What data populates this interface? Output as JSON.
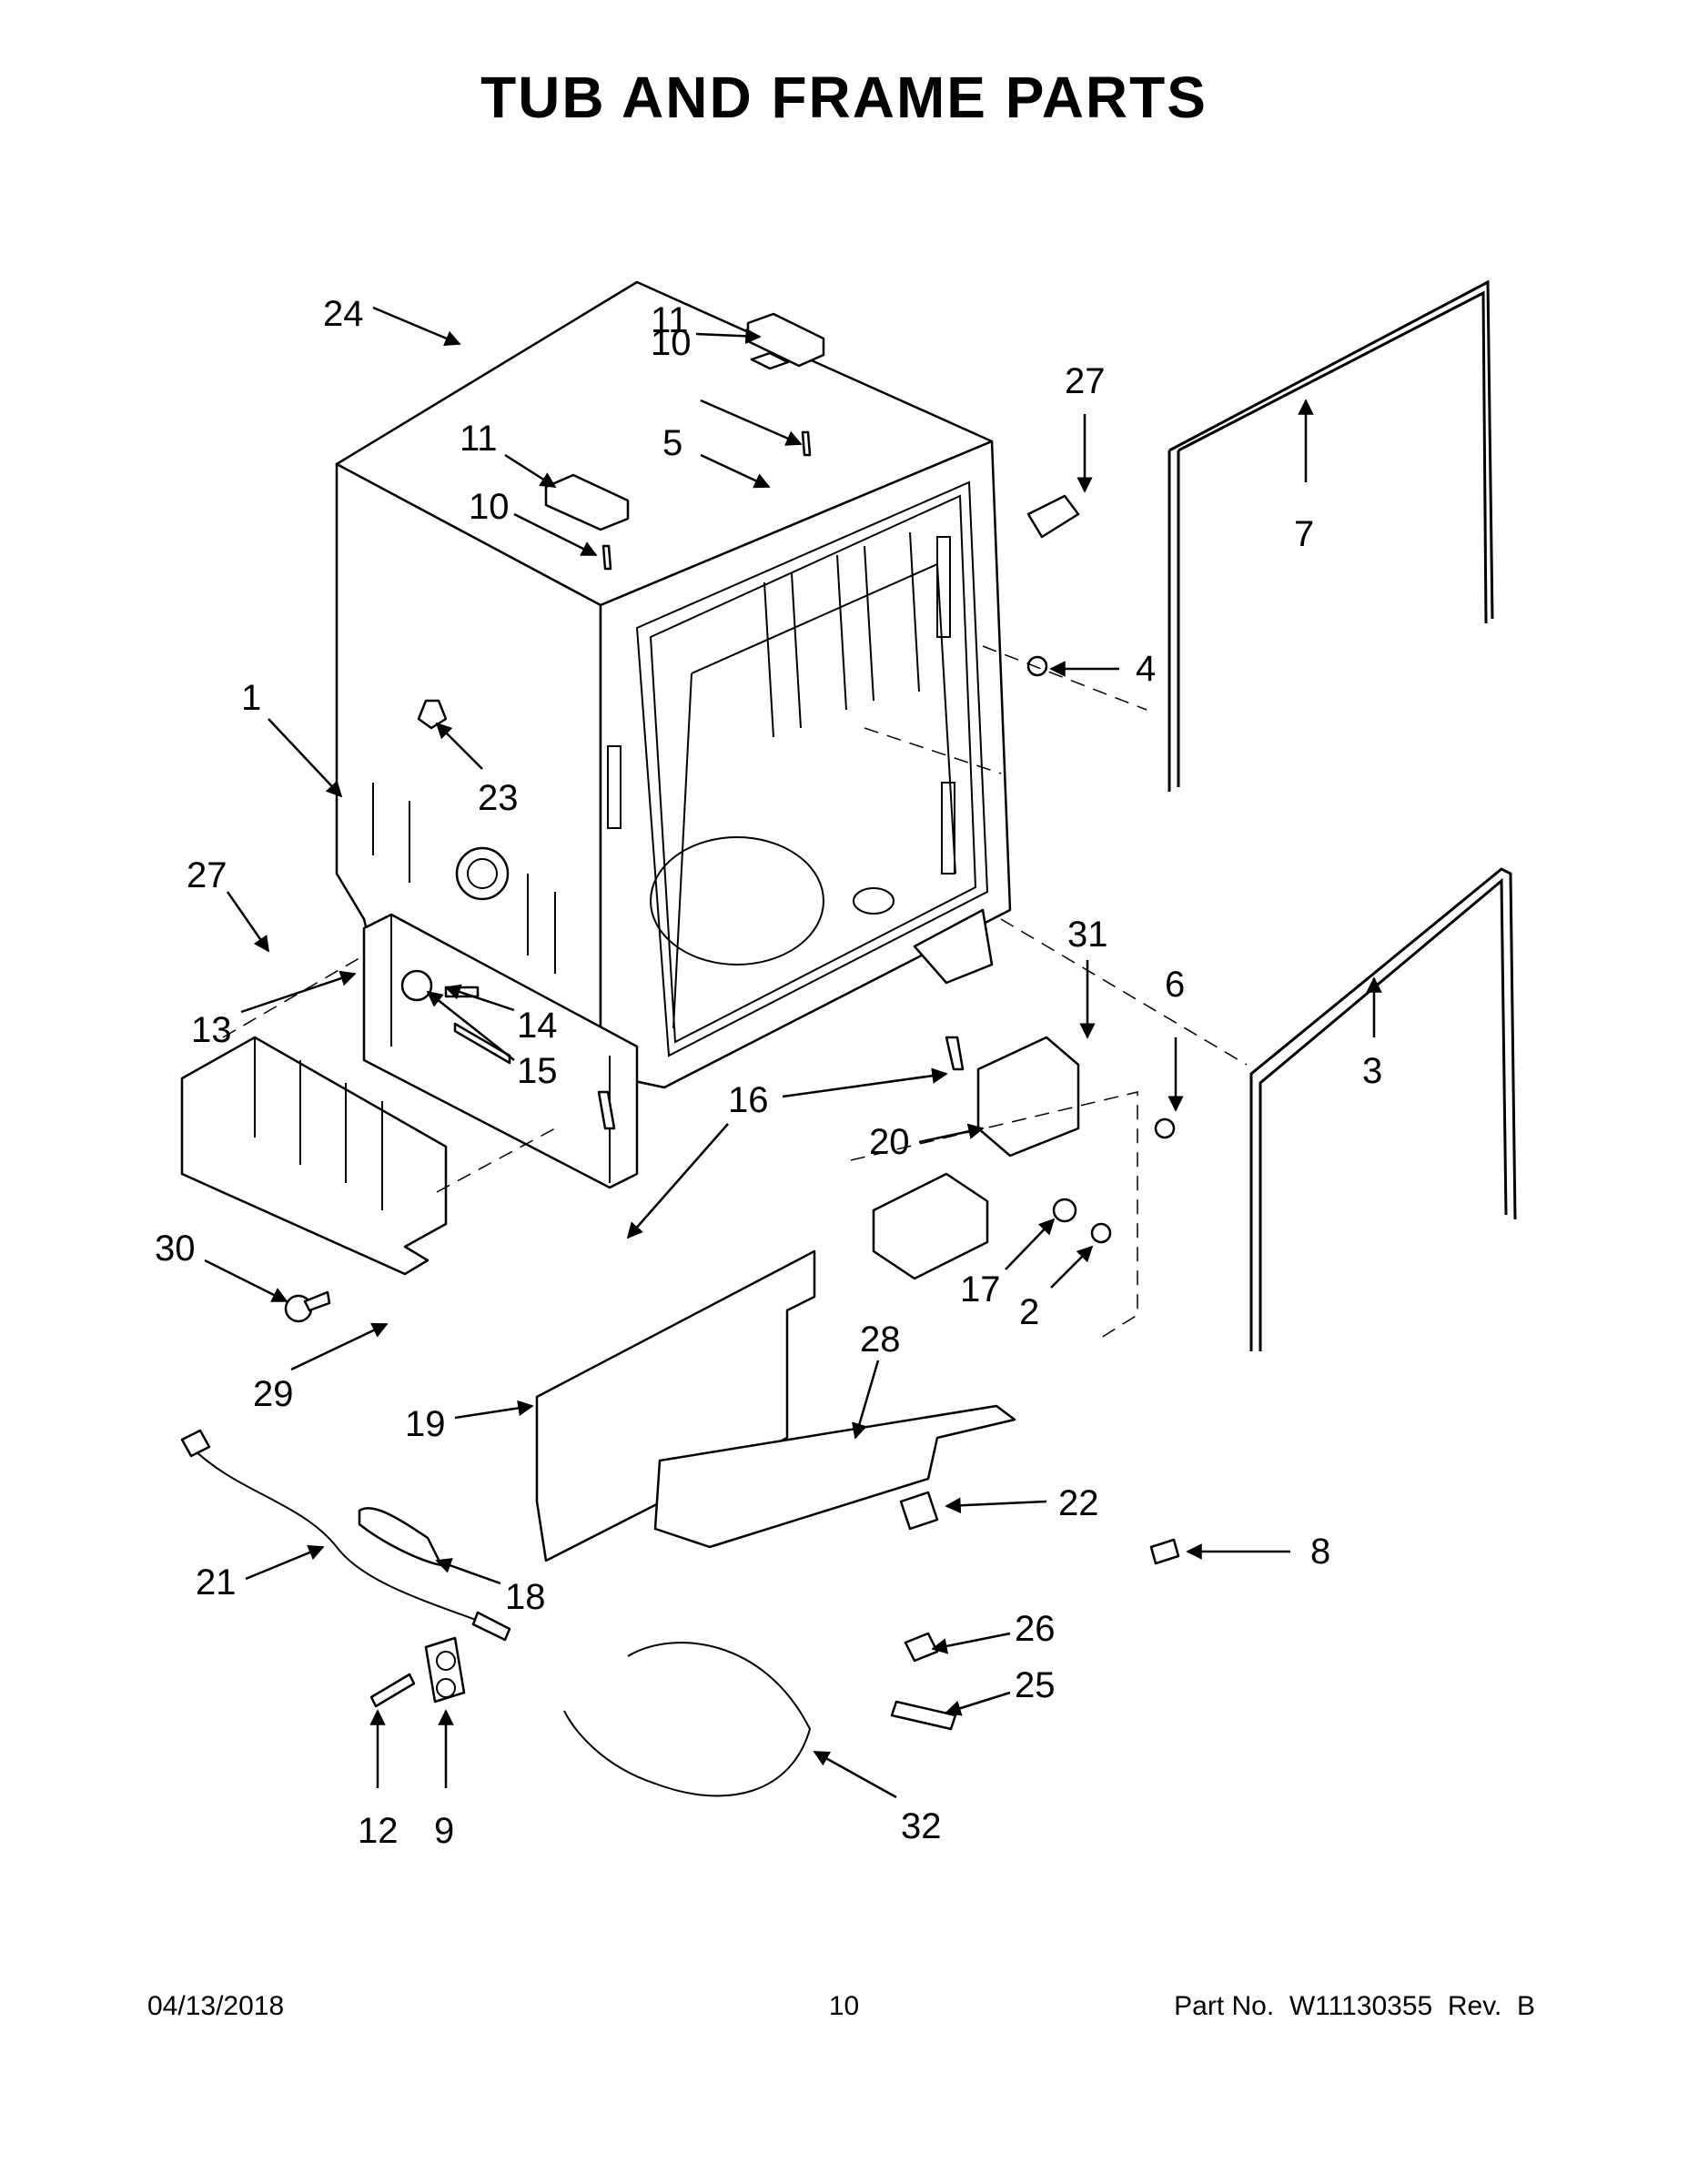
{
  "title": "TUB AND FRAME PARTS",
  "footer": {
    "date": "04/13/2018",
    "page": "10",
    "part_no": "Part No.  W11130355  Rev.  B"
  },
  "callouts": [
    {
      "id": "c1",
      "label": "1"
    },
    {
      "id": "c2",
      "label": "2"
    },
    {
      "id": "c3",
      "label": "3"
    },
    {
      "id": "c4",
      "label": "4"
    },
    {
      "id": "c5",
      "label": "5"
    },
    {
      "id": "c6",
      "label": "6"
    },
    {
      "id": "c7",
      "label": "7"
    },
    {
      "id": "c8",
      "label": "8"
    },
    {
      "id": "c9",
      "label": "9"
    },
    {
      "id": "c10a",
      "label": "10"
    },
    {
      "id": "c10b",
      "label": "10"
    },
    {
      "id": "c11a",
      "label": "11"
    },
    {
      "id": "c11b",
      "label": "11"
    },
    {
      "id": "c12",
      "label": "12"
    },
    {
      "id": "c13",
      "label": "13"
    },
    {
      "id": "c14",
      "label": "14"
    },
    {
      "id": "c15",
      "label": "15"
    },
    {
      "id": "c16",
      "label": "16"
    },
    {
      "id": "c17",
      "label": "17"
    },
    {
      "id": "c18",
      "label": "18"
    },
    {
      "id": "c19",
      "label": "19"
    },
    {
      "id": "c20",
      "label": "20"
    },
    {
      "id": "c21",
      "label": "21"
    },
    {
      "id": "c22",
      "label": "22"
    },
    {
      "id": "c23",
      "label": "23"
    },
    {
      "id": "c24",
      "label": "24"
    },
    {
      "id": "c25",
      "label": "25"
    },
    {
      "id": "c26",
      "label": "26"
    },
    {
      "id": "c27a",
      "label": "27"
    },
    {
      "id": "c27b",
      "label": "27"
    },
    {
      "id": "c28",
      "label": "28"
    },
    {
      "id": "c29",
      "label": "29"
    },
    {
      "id": "c30",
      "label": "30"
    },
    {
      "id": "c31",
      "label": "31"
    },
    {
      "id": "c32",
      "label": "32"
    }
  ]
}
